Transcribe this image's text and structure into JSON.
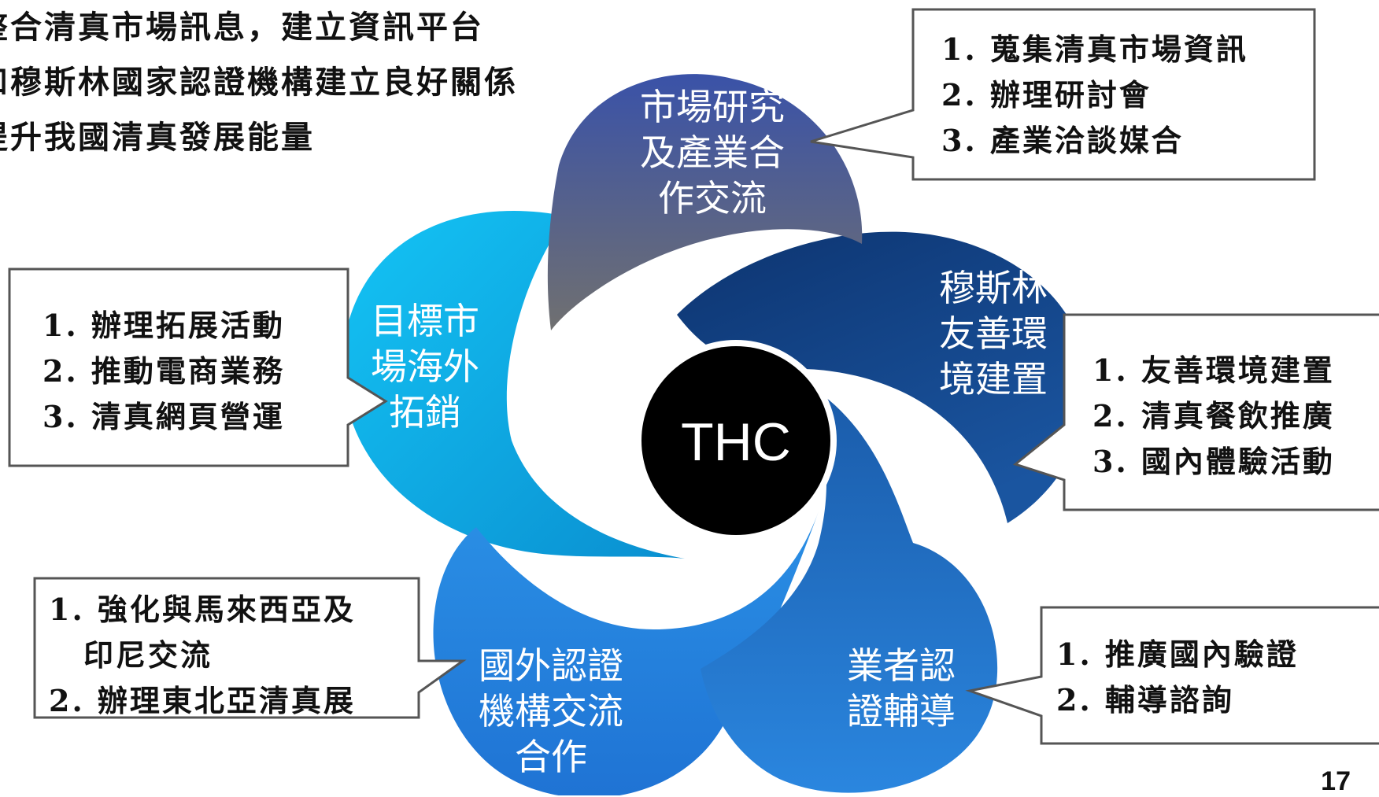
{
  "intro_lines": [
    "整合清真市場訊息，建立資訊平台",
    "和穆斯林國家認證機構建立良好關係",
    "提升我國清真發展能量"
  ],
  "center_label": "THC",
  "petals": [
    {
      "lines": [
        "市場研究",
        "及產業合",
        "作交流"
      ]
    },
    {
      "lines": [
        "穆斯林",
        "友善環",
        "境建置"
      ]
    },
    {
      "lines": [
        "業者認",
        "證輔導"
      ]
    },
    {
      "lines": [
        "國外認證",
        "機構交流",
        "合作"
      ]
    },
    {
      "lines": [
        "目標市",
        "場海外",
        "拓銷"
      ]
    }
  ],
  "callouts": {
    "market_research": [
      "1. 蒐集清真市場資訊",
      "2. 辦理研討會",
      "3. 產業洽談媒合"
    ],
    "muslim_friendly": [
      "1. 友善環境建置",
      "2. 清真餐飲推廣",
      "3. 國內體驗活動"
    ],
    "certification_guidance": [
      "1. 推廣國內驗證",
      "2. 輔導諮詢"
    ],
    "foreign_certification": [
      "1. 強化與馬來西亞及",
      "印尼交流",
      "2. 辦理東北亞清真展"
    ],
    "target_market": [
      "1. 辦理拓展活動",
      "2. 推動電商業務",
      "3. 清真網頁營運"
    ]
  },
  "colors": {
    "petal_top": "#3a52a8",
    "petal_right": "#0f3f7d",
    "petal_bottom_right": "#1f6fc6",
    "petal_bottom_left": "#2a93e8",
    "petal_left": "#12b2ee",
    "center": "#000000"
  },
  "page_number": "17"
}
